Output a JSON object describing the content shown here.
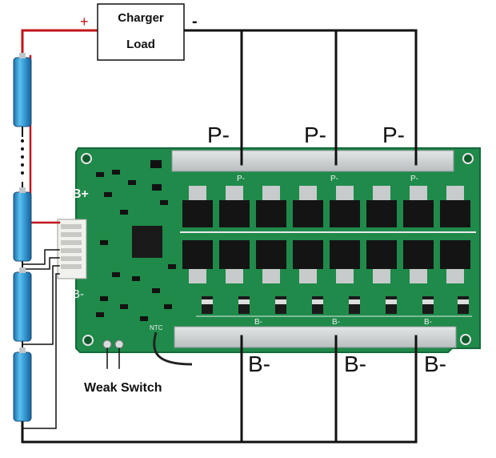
{
  "charger_box": {
    "line1": "Charger",
    "line2": "Load"
  },
  "polarity": {
    "plus": "+",
    "minus": "-"
  },
  "p_labels": [
    "P-",
    "P-",
    "P-"
  ],
  "b_labels": [
    "B-",
    "B-",
    "B-"
  ],
  "board_silk": {
    "b_plus": "B+",
    "b_minus": "B-",
    "ntc": "NTC",
    "pad_p": "P-",
    "pad_b": "B-"
  },
  "weak_switch": "Weak Switch",
  "colors": {
    "wire_black": "#111111",
    "wire_red": "#c0151b",
    "pcb_green": "#1f8a4a",
    "pcb_dark": "#16703b",
    "copper_pad": "#cfd3d4",
    "cell_blue": "#3aa0d8",
    "cell_dark": "#1f6fa8",
    "mosfet": "#141414"
  },
  "icons": {
    "cell": "battery-cell-icon",
    "mosfet": "mosfet-chip-icon"
  }
}
